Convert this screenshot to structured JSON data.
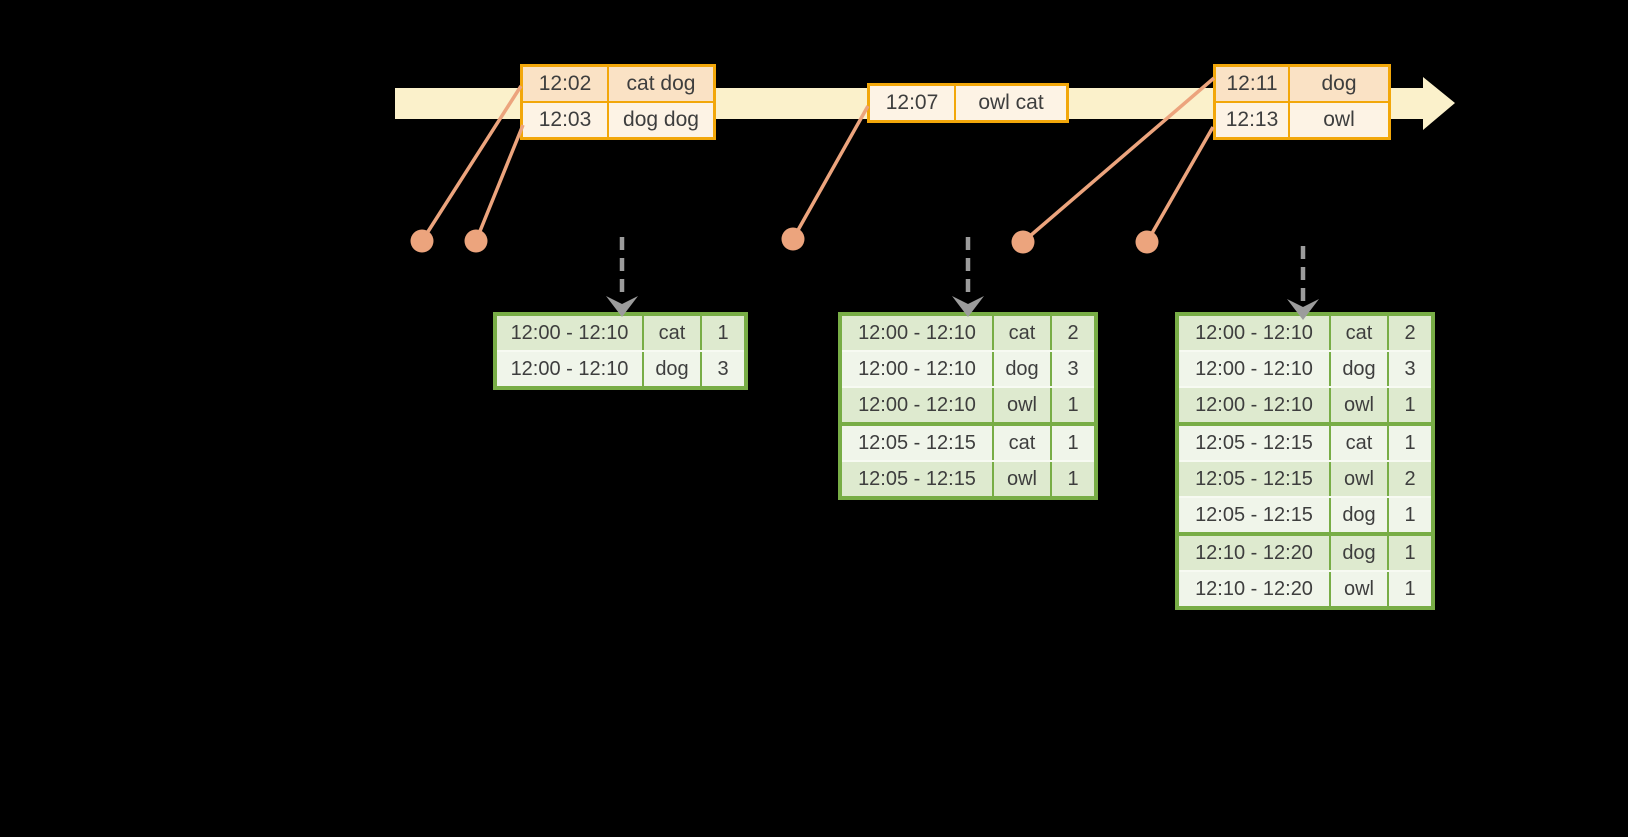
{
  "colors": {
    "background": "#000000",
    "timeline_band": "#fbf1cb",
    "event_table_border": "#f2a70a",
    "event_row_peach": "#fae2c5",
    "event_row_cream": "#fdf3e5",
    "result_table_border": "#78ad46",
    "result_row_dark": "#deeacf",
    "result_row_light": "#f0f5ea",
    "marker_salmon": "#eca47d",
    "trigger_arrow_gray": "#9c9c9c",
    "text": "#3e3e3e"
  },
  "icons": {
    "timeline_arrowhead": "right-arrow",
    "trigger_arrow": "dashed-down-arrow",
    "event_marker": "dot"
  },
  "event_tables": [
    {
      "id": "batch-1",
      "rows": [
        {
          "time": "12:02",
          "words": "cat dog"
        },
        {
          "time": "12:03",
          "words": "dog dog"
        }
      ]
    },
    {
      "id": "batch-2",
      "rows": [
        {
          "time": "12:07",
          "words": "owl cat"
        }
      ]
    },
    {
      "id": "batch-3",
      "rows": [
        {
          "time": "12:11",
          "words": "dog"
        },
        {
          "time": "12:13",
          "words": "owl"
        }
      ]
    }
  ],
  "result_tables": [
    {
      "id": "result-1",
      "rows": [
        {
          "window": "12:00 - 12:10",
          "word": "cat",
          "count": "1"
        },
        {
          "window": "12:00 - 12:10",
          "word": "dog",
          "count": "3"
        }
      ]
    },
    {
      "id": "result-2",
      "rows": [
        {
          "window": "12:00 - 12:10",
          "word": "cat",
          "count": "2"
        },
        {
          "window": "12:00 - 12:10",
          "word": "dog",
          "count": "3"
        },
        {
          "window": "12:00 - 12:10",
          "word": "owl",
          "count": "1"
        },
        {
          "window": "12:05 - 12:15",
          "word": "cat",
          "count": "1"
        },
        {
          "window": "12:05 - 12:15",
          "word": "owl",
          "count": "1"
        }
      ]
    },
    {
      "id": "result-3",
      "rows": [
        {
          "window": "12:00 - 12:10",
          "word": "cat",
          "count": "2"
        },
        {
          "window": "12:00 - 12:10",
          "word": "dog",
          "count": "3"
        },
        {
          "window": "12:00 - 12:10",
          "word": "owl",
          "count": "1"
        },
        {
          "window": "12:05 - 12:15",
          "word": "cat",
          "count": "1"
        },
        {
          "window": "12:05 - 12:15",
          "word": "owl",
          "count": "2"
        },
        {
          "window": "12:05 - 12:15",
          "word": "dog",
          "count": "1"
        },
        {
          "window": "12:10 - 12:20",
          "word": "dog",
          "count": "1"
        },
        {
          "window": "12:10 - 12:20",
          "word": "owl",
          "count": "1"
        }
      ]
    }
  ]
}
